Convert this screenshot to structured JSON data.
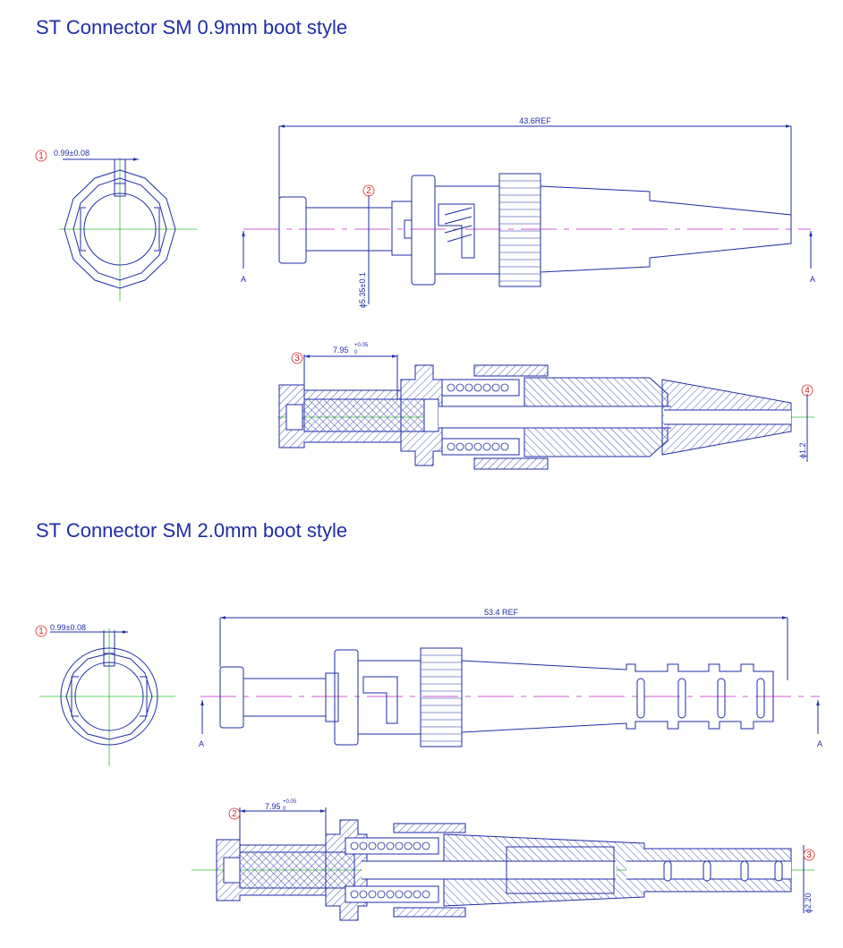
{
  "sections": [
    {
      "title": "ST Connector SM 0.9mm boot style",
      "front_view": {
        "callout": "1",
        "dimension": "0.99±0.08"
      },
      "side_view": {
        "overall_dimension": "43.6REF",
        "callout": "2",
        "diameter_dimension": "ϕ5.35±0.1",
        "section_mark_left": "A",
        "section_mark_right": "A"
      },
      "section_view": {
        "callout_left": "3",
        "dimension_left_base": "7.95",
        "dimension_left_tol_upper": "+0.05",
        "dimension_left_tol_lower": "0",
        "callout_right": "4",
        "dimension_right": "ϕ1.2"
      }
    },
    {
      "title": "ST Connector SM 2.0mm boot style",
      "front_view": {
        "callout": "1",
        "dimension": "0.99±0.08"
      },
      "side_view": {
        "overall_dimension": "53.4 REF",
        "section_mark_left": "A",
        "section_mark_right": "A"
      },
      "section_view": {
        "callout_left": "2",
        "dimension_left_base": "7.95",
        "dimension_left_tol_upper": "+0.05",
        "dimension_left_tol_lower": "0",
        "callout_right": "3",
        "dimension_right": "ϕ2.20"
      }
    }
  ],
  "colors": {
    "outline": "#1f2da6",
    "centerline_green": "#2fc02f",
    "axis_magenta": "#c026c0",
    "callout_red": "#d22222",
    "title": "#1f2da6"
  }
}
